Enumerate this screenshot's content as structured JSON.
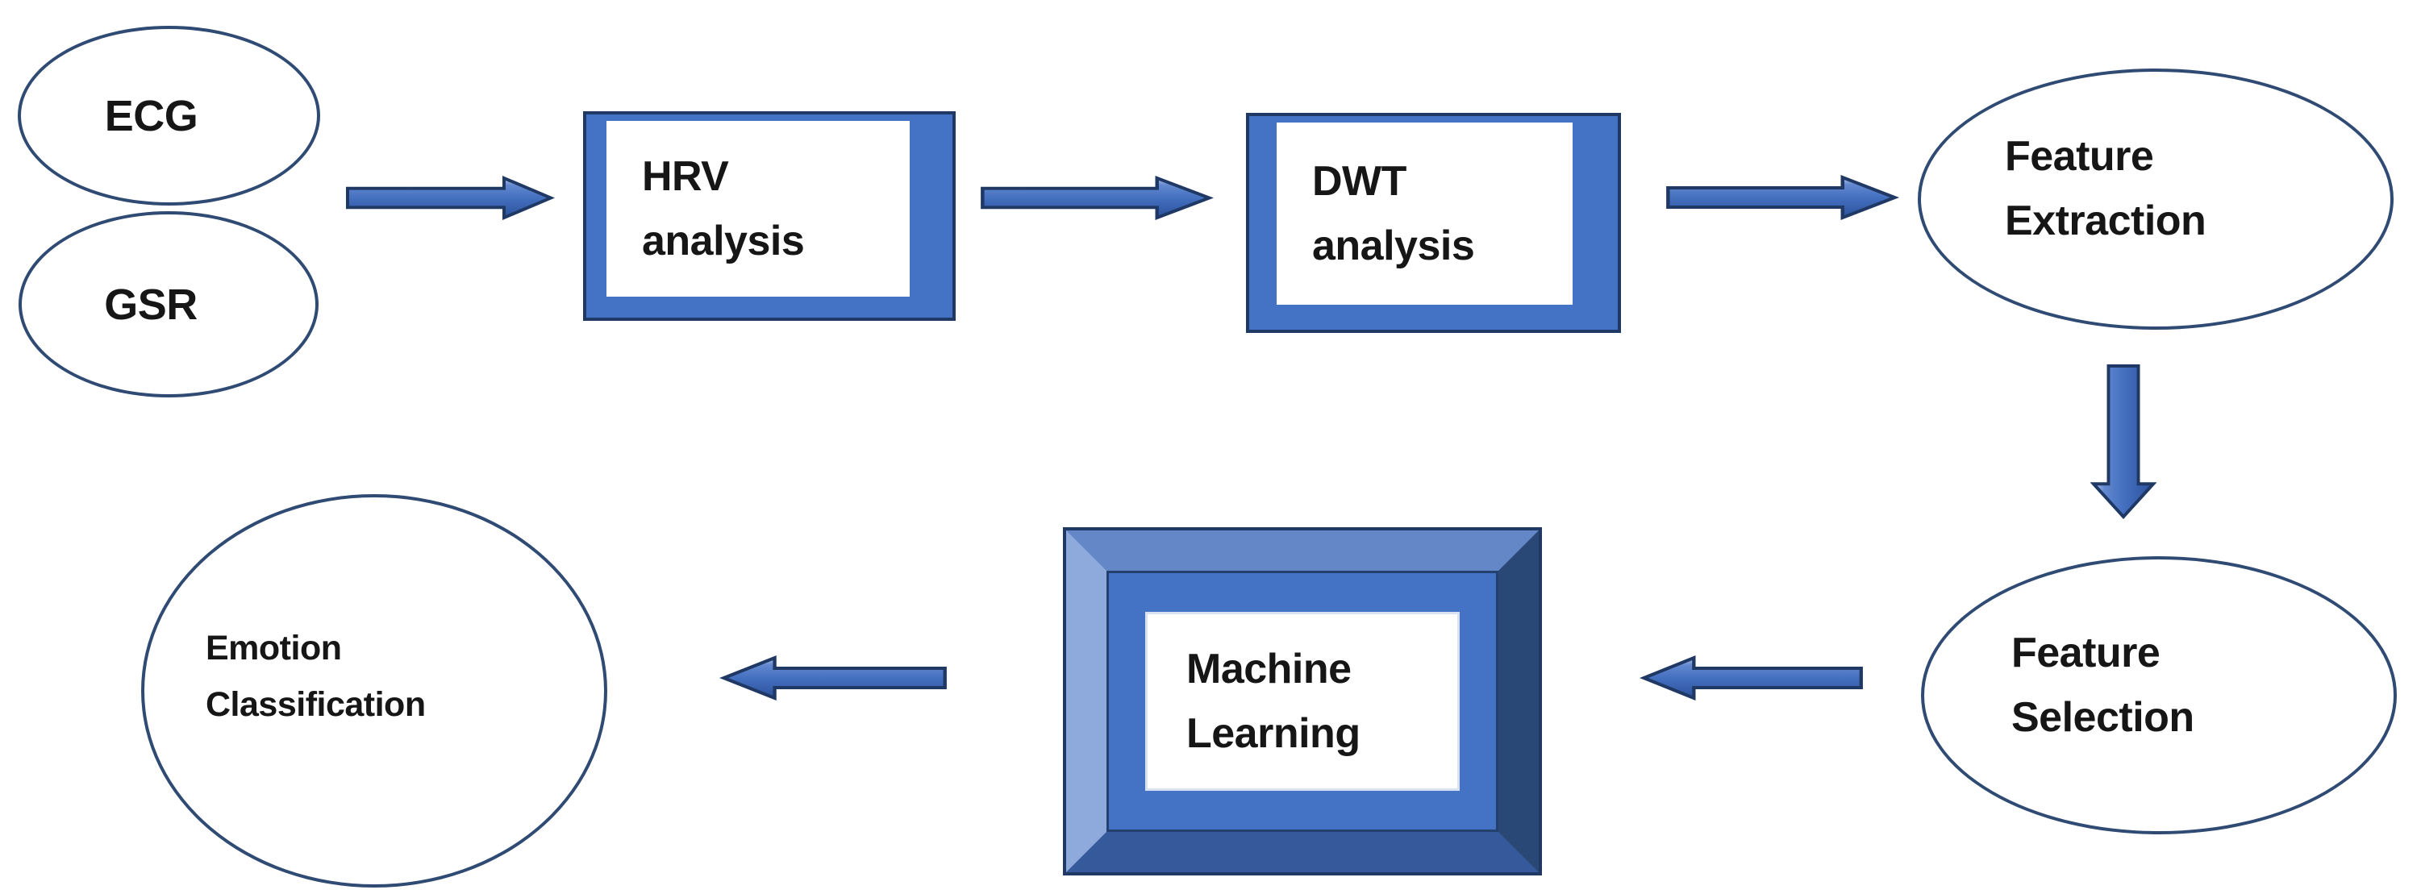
{
  "palette": {
    "canvas_bg": "#ffffff",
    "shape_blue": "#4472C4",
    "outline_navy": "#1F3864",
    "ellipse_border": "#2F4A73",
    "text_color": "#161616",
    "bevel_top": "#6488C7",
    "bevel_left": "#8EA9DB",
    "bevel_right": "#2A4876",
    "bevel_bottom": "#35599B"
  },
  "nodes": {
    "ecg": {
      "label": "ECG"
    },
    "gsr": {
      "label": "GSR"
    },
    "hrv": {
      "line1": "HRV",
      "line2": "analysis"
    },
    "dwt": {
      "line1": "DWT",
      "line2": "analysis"
    },
    "feature_extraction": {
      "line1": "Feature",
      "line2": "Extraction"
    },
    "feature_selection": {
      "line1": "Feature",
      "line2": "Selection"
    },
    "machine_learning": {
      "line1": "Machine",
      "line2": "Learning"
    },
    "emotion_classification": {
      "line1": "Emotion",
      "line2": "Classification"
    }
  },
  "connectors": [
    {
      "from": "ECG / GSR",
      "to": "HRV analysis",
      "direction": "right"
    },
    {
      "from": "HRV analysis",
      "to": "DWT analysis",
      "direction": "right"
    },
    {
      "from": "DWT analysis",
      "to": "Feature Extraction",
      "direction": "right"
    },
    {
      "from": "Feature Extraction",
      "to": "Feature Selection",
      "direction": "down"
    },
    {
      "from": "Feature Selection",
      "to": "Machine Learning",
      "direction": "left"
    },
    {
      "from": "Machine Learning",
      "to": "Emotion Classification",
      "direction": "left"
    }
  ]
}
